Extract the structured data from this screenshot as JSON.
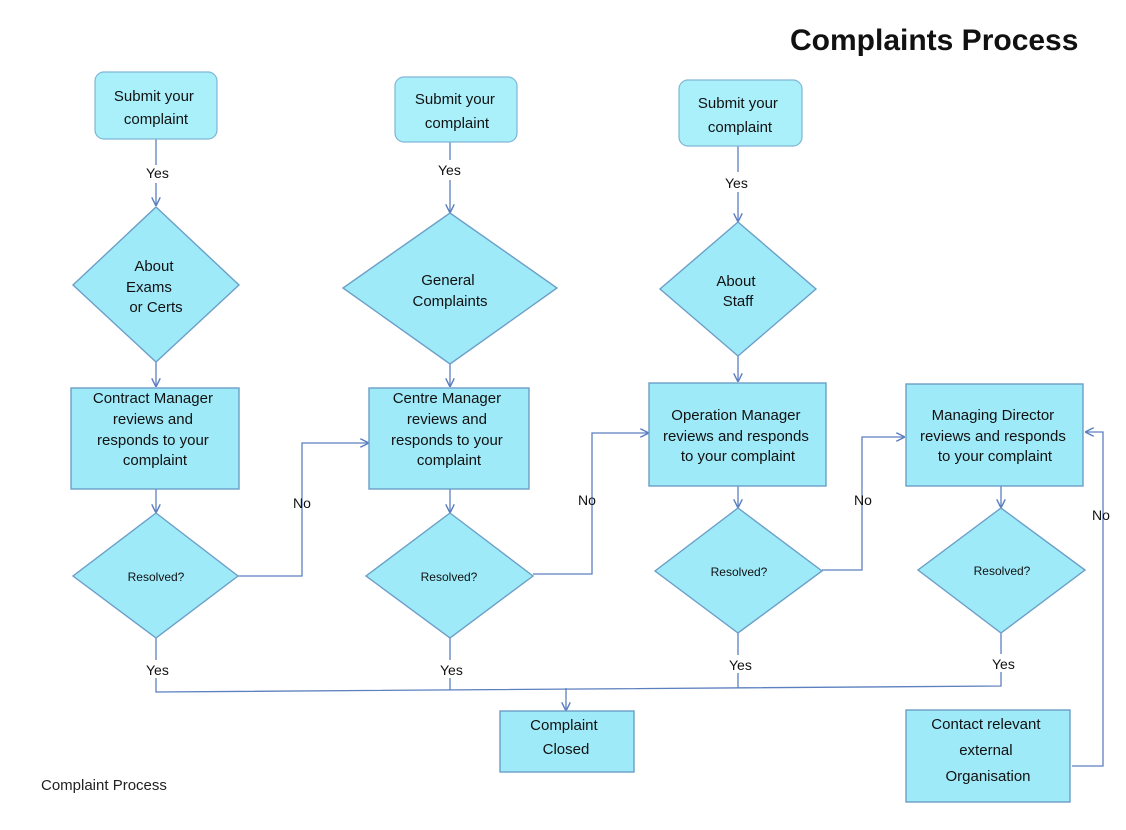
{
  "title": "Complaints Process",
  "caption": "Complaint Process",
  "colors": {
    "node_fill": "#9feaf8",
    "node_stroke": "#6c9fc8",
    "edge": "#5c7fbf"
  },
  "nodes": {
    "submit1": [
      "Submit your",
      "complaint"
    ],
    "submit2": [
      "Submit your",
      "complaint"
    ],
    "submit3": [
      "Submit your",
      "complaint"
    ],
    "about_exams": [
      "About",
      "Exams",
      "or Certs"
    ],
    "general": [
      "General",
      "Complaints"
    ],
    "about_staff": [
      "About",
      "Staff"
    ],
    "contract_manager": [
      "Contract Manager",
      "reviews and",
      "responds to your",
      "complaint"
    ],
    "centre_manager": [
      "Centre Manager",
      "reviews and",
      "responds to your",
      "complaint"
    ],
    "operation_manager": [
      "Operation Manager",
      "reviews and responds",
      "to your complaint"
    ],
    "managing_director": [
      "Managing Director",
      "reviews and responds",
      "to your complaint"
    ],
    "resolved1": [
      "Resolved?"
    ],
    "resolved2": [
      "Resolved?"
    ],
    "resolved3": [
      "Resolved?"
    ],
    "resolved4": [
      "Resolved?"
    ],
    "closed": [
      "Complaint",
      "Closed"
    ],
    "external": [
      "Contact relevant",
      "external",
      "Organisation"
    ]
  },
  "edge_labels": {
    "yes1": "Yes",
    "yes2": "Yes",
    "yes3": "Yes",
    "yes4": "Yes",
    "yes5": "Yes",
    "yes6": "Yes",
    "yes7": "Yes",
    "no1": "No",
    "no2": "No",
    "no3": "No",
    "no4": "No"
  }
}
